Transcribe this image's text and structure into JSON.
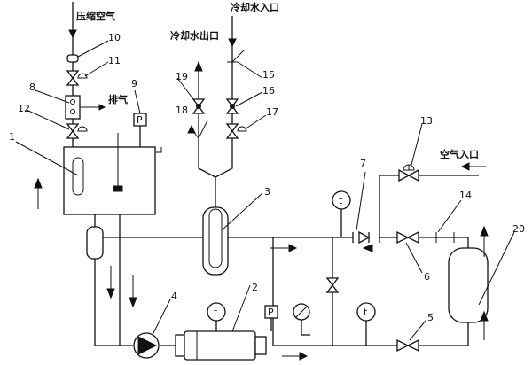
{
  "labels": {
    "compressed_air": "压缩空气",
    "exhaust": "排气",
    "cooling_water_in": "冷却水入口",
    "cooling_water_out": "冷却水出口",
    "air_inlet": "空气入口",
    "pressure_gauge_symbol": "P",
    "pressure_gauge_symbol_2": "P",
    "temp_symbol_1": "t",
    "temp_symbol_2": "t",
    "temp_symbol_3": "t"
  },
  "numbers": {
    "n1": "1",
    "n2": "2",
    "n3": "3",
    "n4": "4",
    "n5": "5",
    "n6": "6",
    "n7": "7",
    "n8": "8",
    "n9": "9",
    "n10": "10",
    "n11": "11",
    "n12": "12",
    "n13": "13",
    "n14": "14",
    "n15": "15",
    "n16": "16",
    "n17": "17",
    "n18": "18",
    "n19": "19",
    "n20": "20"
  }
}
